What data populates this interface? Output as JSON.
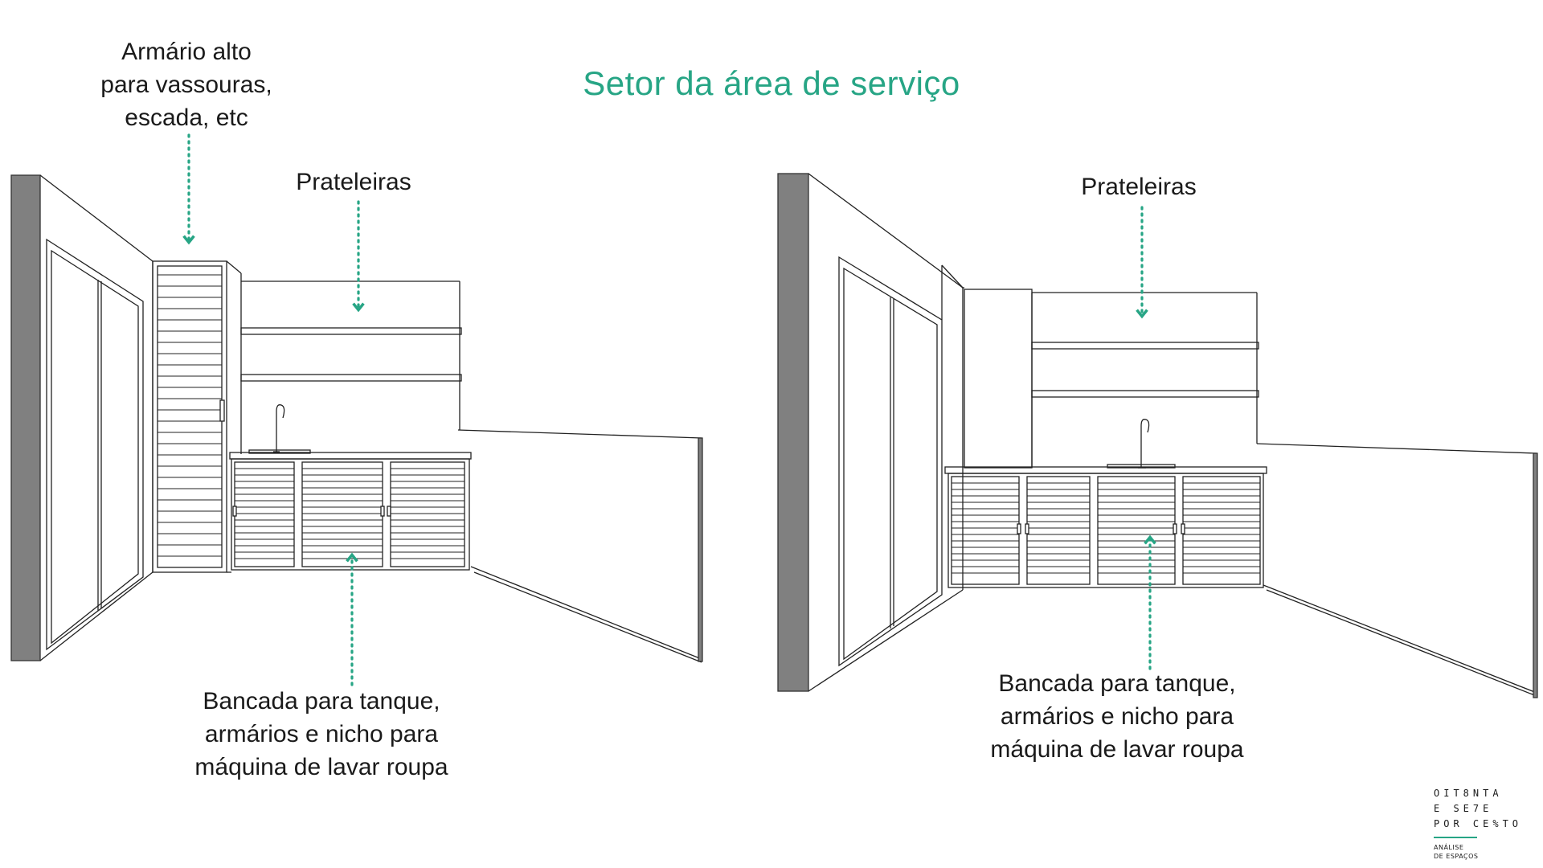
{
  "title": "Setor da área de serviço",
  "colors": {
    "accent": "#27a585",
    "line": "#222222",
    "wall_edge": "#808080"
  },
  "left_view": {
    "labels": {
      "tall_cabinet": [
        "Armário alto",
        "para vassouras,",
        "escada, etc"
      ],
      "shelves": "Prateleiras",
      "counter": [
        "Bancada para tanque,",
        "armários e nicho para",
        "máquina de lavar roupa"
      ]
    }
  },
  "right_view": {
    "labels": {
      "shelves": "Prateleiras",
      "counter": [
        "Bancada para tanque,",
        "armários e nicho para",
        "máquina de lavar roupa"
      ]
    }
  },
  "logo": {
    "lines": [
      "OIT8NTA",
      "E SE7E",
      "POR CE%TO"
    ],
    "subtitle": [
      "ANÁLISE",
      "DE ESPAÇOS"
    ]
  }
}
